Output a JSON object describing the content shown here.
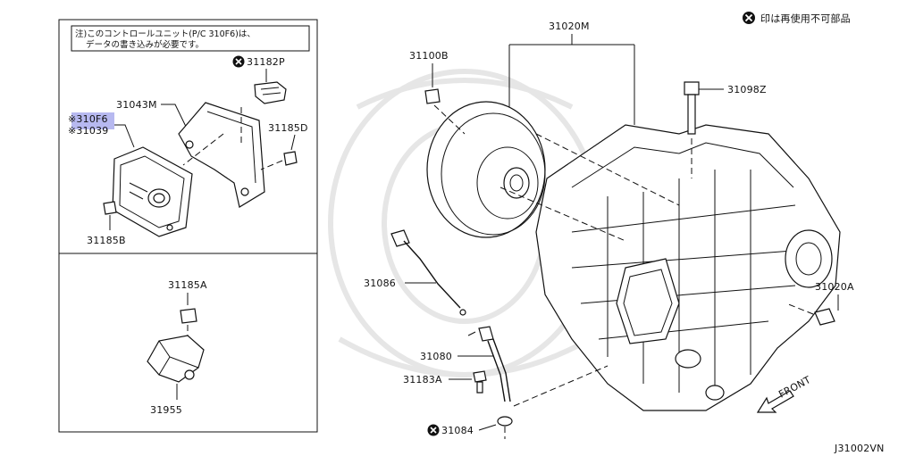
{
  "legend": {
    "icon": "cross-circle-icon",
    "text": "印は再使用不可部品"
  },
  "note": {
    "line1": "注)このコントロールユニット(P/C 310F6)は、",
    "line2": "データの書き込みが必要です。"
  },
  "callouts": {
    "p31182P": "31182P",
    "p31043M": "31043M",
    "p310F6": "※310F6",
    "p31039": "※31039",
    "p31185D": "31185D",
    "p31185B": "31185B",
    "p31185A": "31185A",
    "p31955": "31955",
    "p31100B": "31100B",
    "p31020M": "31020M",
    "p31098Z": "31098Z",
    "p31086": "31086",
    "p31080": "31080",
    "p31183A": "31183A",
    "p31084": "31084",
    "p31020A": "31020A"
  },
  "front_label": "FRONT",
  "diagram_id": "J31002VN",
  "colors": {
    "highlight": "#b7b9f0",
    "ink": "#111111"
  }
}
